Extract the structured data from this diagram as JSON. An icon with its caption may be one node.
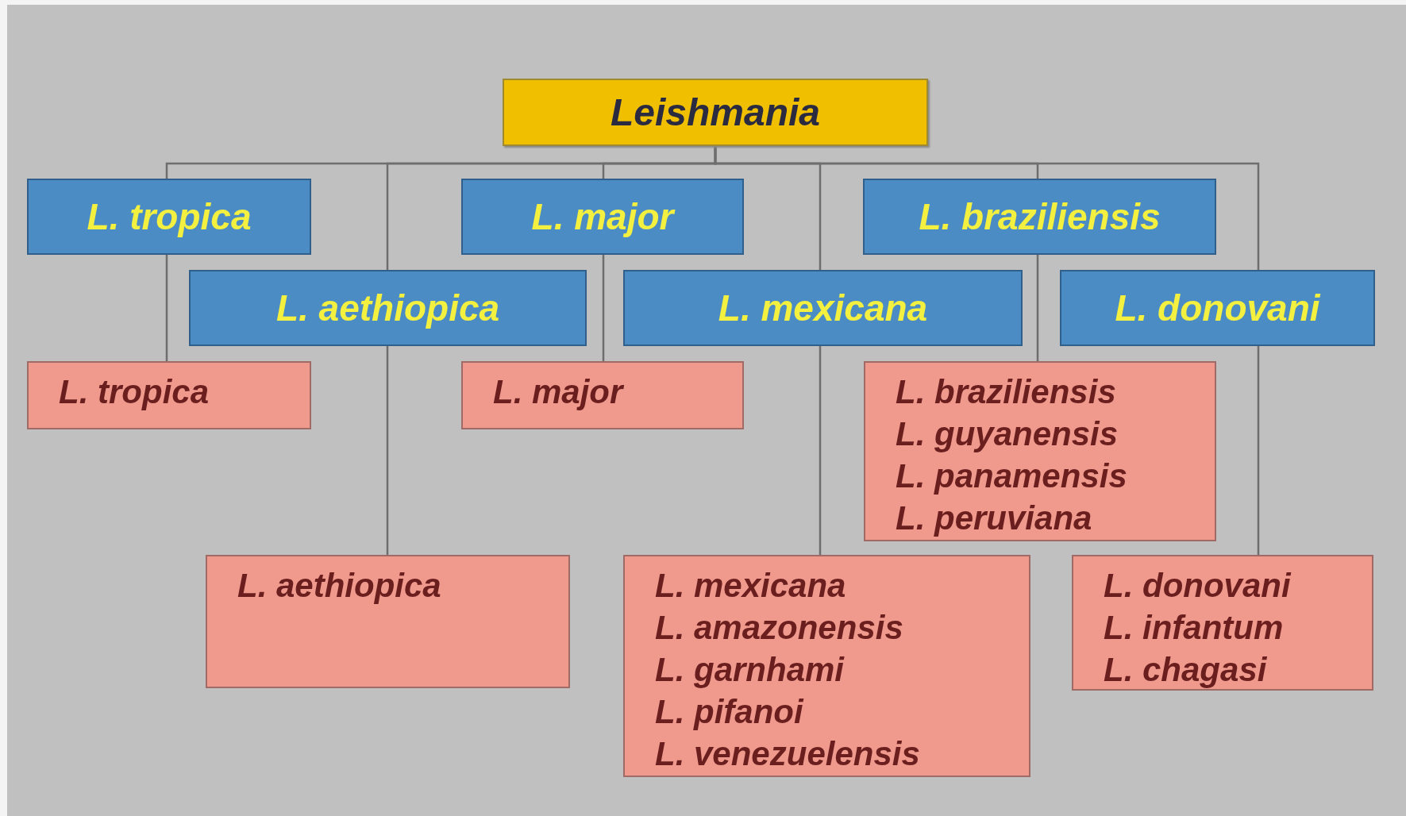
{
  "diagram": {
    "nodes": [
      {
        "text": [
          "Leishmania"
        ]
      },
      {
        "text": [
          "L. tropica"
        ]
      },
      {
        "text": [
          "L. major"
        ]
      },
      {
        "text": [
          "L. braziliensis"
        ]
      },
      {
        "text": [
          "L. aethiopica"
        ]
      },
      {
        "text": [
          "L. mexicana"
        ]
      },
      {
        "text": [
          "L. donovani"
        ]
      },
      {
        "text": [
          "L. tropica"
        ]
      },
      {
        "text": [
          "L. major"
        ]
      },
      {
        "text": [
          "L. braziliensis",
          "L. guyanensis",
          "L. panamensis",
          "L. peruviana"
        ]
      },
      {
        "text": [
          "L. aethiopica"
        ]
      },
      {
        "text": [
          "L. mexicana",
          "L. amazonensis",
          "L. garnhami",
          "L. pifanoi",
          "L. venezuelensis"
        ]
      },
      {
        "text": [
          "L. donovani",
          "L. infantum",
          "L. chagasi"
        ]
      }
    ],
    "edges": [
      {
        "from": 0,
        "to": 1,
        "arrow": "none"
      },
      {
        "from": 0,
        "to": 4,
        "arrow": "none"
      },
      {
        "from": 0,
        "to": 2,
        "arrow": "none"
      },
      {
        "from": 0,
        "to": 5,
        "arrow": "none"
      },
      {
        "from": 0,
        "to": 3,
        "arrow": "none"
      },
      {
        "from": 0,
        "to": 6,
        "arrow": "none"
      },
      {
        "from": 1,
        "to": 7,
        "arrow": "none"
      },
      {
        "from": 2,
        "to": 8,
        "arrow": "none"
      },
      {
        "from": 3,
        "to": 9,
        "arrow": "none"
      },
      {
        "from": 4,
        "to": 10,
        "arrow": "none"
      },
      {
        "from": 5,
        "to": 11,
        "arrow": "none"
      },
      {
        "from": 6,
        "to": 12,
        "arrow": "none"
      }
    ]
  }
}
